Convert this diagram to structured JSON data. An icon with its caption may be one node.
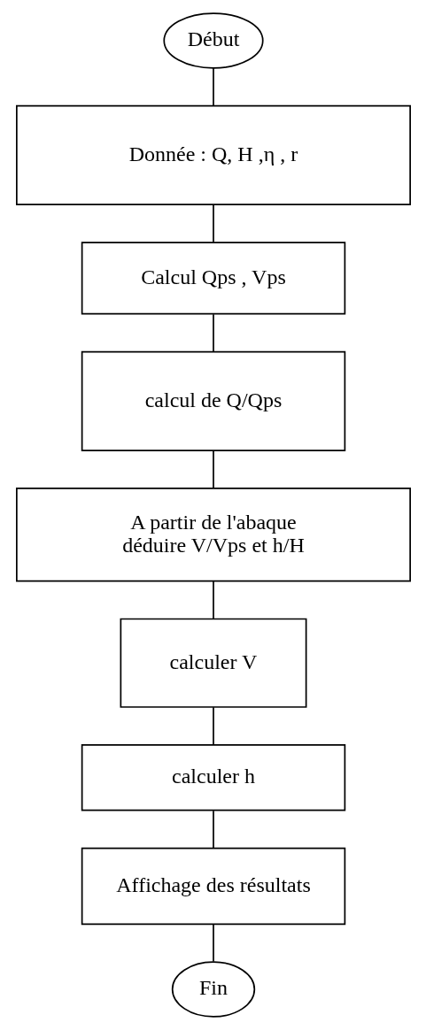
{
  "diagram": {
    "nodes": [
      {
        "text": [
          "Début"
        ]
      },
      {
        "text": [
          "Donnée : Q, H ,η , r"
        ]
      },
      {
        "text": [
          "Calcul Qps , Vps"
        ]
      },
      {
        "text": [
          "calcul de Q/Qps"
        ]
      },
      {
        "text": [
          "A partir de l'abaque déduire V/Vps et h/H"
        ]
      },
      {
        "text": [
          "calculer V"
        ]
      },
      {
        "text": [
          "calculer h"
        ]
      },
      {
        "text": [
          "Affichage des résultats"
        ]
      },
      {
        "text": [
          "Fin"
        ]
      }
    ],
    "edges": [
      {
        "from": 0,
        "to": 1,
        "arrow": "none"
      },
      {
        "from": 1,
        "to": 2,
        "arrow": "none"
      },
      {
        "from": 2,
        "to": 3,
        "arrow": "none"
      },
      {
        "from": 3,
        "to": 4,
        "arrow": "none"
      },
      {
        "from": 4,
        "to": 5,
        "arrow": "none"
      },
      {
        "from": 5,
        "to": 6,
        "arrow": "none"
      },
      {
        "from": 6,
        "to": 7,
        "arrow": "none"
      },
      {
        "from": 7,
        "to": 8,
        "arrow": "none"
      }
    ]
  }
}
